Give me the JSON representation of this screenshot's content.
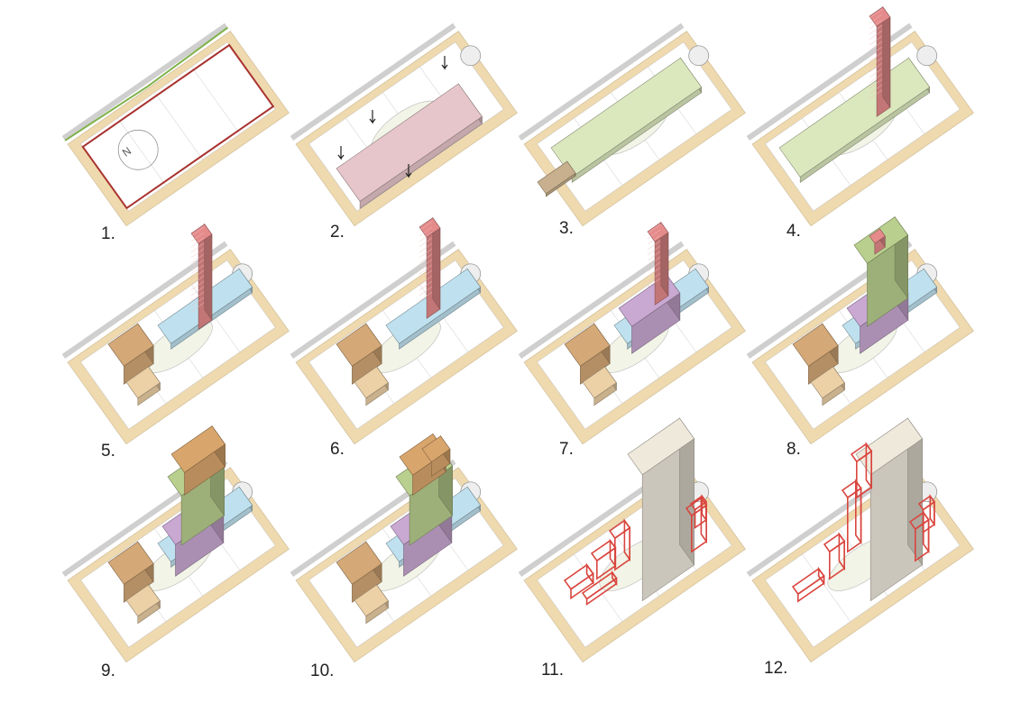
{
  "diagram": {
    "panels": [
      {
        "label": "1."
      },
      {
        "label": "2."
      },
      {
        "label": "3."
      },
      {
        "label": "4."
      },
      {
        "label": "5."
      },
      {
        "label": "6."
      },
      {
        "label": "7."
      },
      {
        "label": "8."
      },
      {
        "label": "9."
      },
      {
        "label": "10."
      },
      {
        "label": "11."
      },
      {
        "label": "12."
      }
    ],
    "north_marker": "N",
    "colors": {
      "site_edge": "#efd9ae",
      "boundary": "#a8322e",
      "green_path": "#7fb24a",
      "slab_pink": "#e6c6ca",
      "podium_green": "#dbe7bd",
      "tower_red": "#e58b8b",
      "base_tan": "#d4a877",
      "stair_tan": "#ecd0a6",
      "plinth_blue": "#bfe1ef",
      "mid_purple": "#c9a8d2",
      "upper_green": "#b9cf8e",
      "top_tan": "#d8a56c",
      "pale_tower": "#efe9dc",
      "wireframe_red": "#d9453e"
    }
  }
}
